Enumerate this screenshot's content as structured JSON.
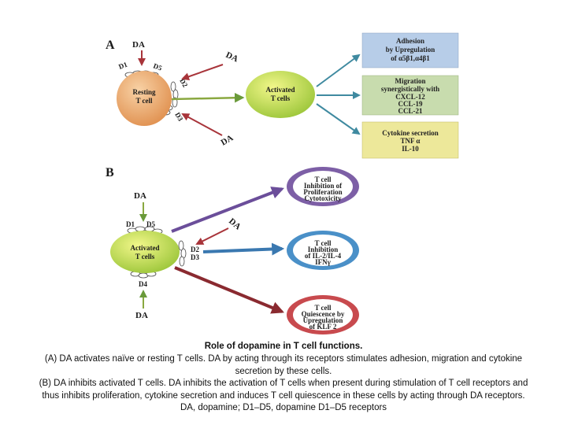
{
  "panel_a": {
    "label": "A",
    "da_top": "DA",
    "da_right_top": "DA",
    "da_right_bottom": "DA",
    "receptors": [
      "D1",
      "D5",
      "D2",
      "D3"
    ],
    "resting_cell": [
      "Resting",
      "T cell"
    ],
    "activated_cell": [
      "Activated",
      "T cells"
    ],
    "boxes": [
      {
        "lines": [
          "Adhesion",
          "by Upregulation",
          "of α5β1,α4β1"
        ],
        "color": "#b7cde8"
      },
      {
        "lines": [
          "Migration",
          "synergistically with",
          "CXCL-12",
          "CCL-19",
          "CCL-21"
        ],
        "color": "#c8dcae"
      },
      {
        "lines": [
          "Cytokine secretion",
          "TNF α",
          "IL-10"
        ],
        "color": "#ede89a"
      }
    ]
  },
  "panel_b": {
    "label": "B",
    "da_top": "DA",
    "da_right": "DA",
    "da_bottom": "DA",
    "receptors": [
      "D1",
      "D5",
      "D2",
      "D3",
      "D4"
    ],
    "activated_cell": [
      "Activated",
      "T cells"
    ],
    "ovals": [
      {
        "lines": [
          "T cell",
          "Inhibition of",
          "Proliferation",
          "Cytotoxicity"
        ],
        "color": "#7d5fa6"
      },
      {
        "lines": [
          "T cell",
          "Inhibition",
          "of IL-2/IL-4",
          "IFNγ"
        ],
        "color": "#4a90c8"
      },
      {
        "lines": [
          "T cell",
          "Quiescence by",
          "Upregulation",
          "of KLF 2"
        ],
        "color": "#c84a4e"
      }
    ]
  },
  "caption": {
    "title": "Role of dopamine in T cell functions.",
    "lines": [
      "(A) DA activates naïve or resting T cells. DA by acting through its receptors stimulates adhesion, migration and cytokine",
      "secretion by these cells.",
      "(B) DA inhibits activated T cells. DA inhibits the activation of T cells when present during stimulation of T cell receptors and",
      "thus inhibits proliferation, cytokine secretion and induces T cell quiescence in these cells by acting through DA receptors.",
      "DA, dopamine; D1–D5, dopamine D1–D5 receptors"
    ]
  }
}
